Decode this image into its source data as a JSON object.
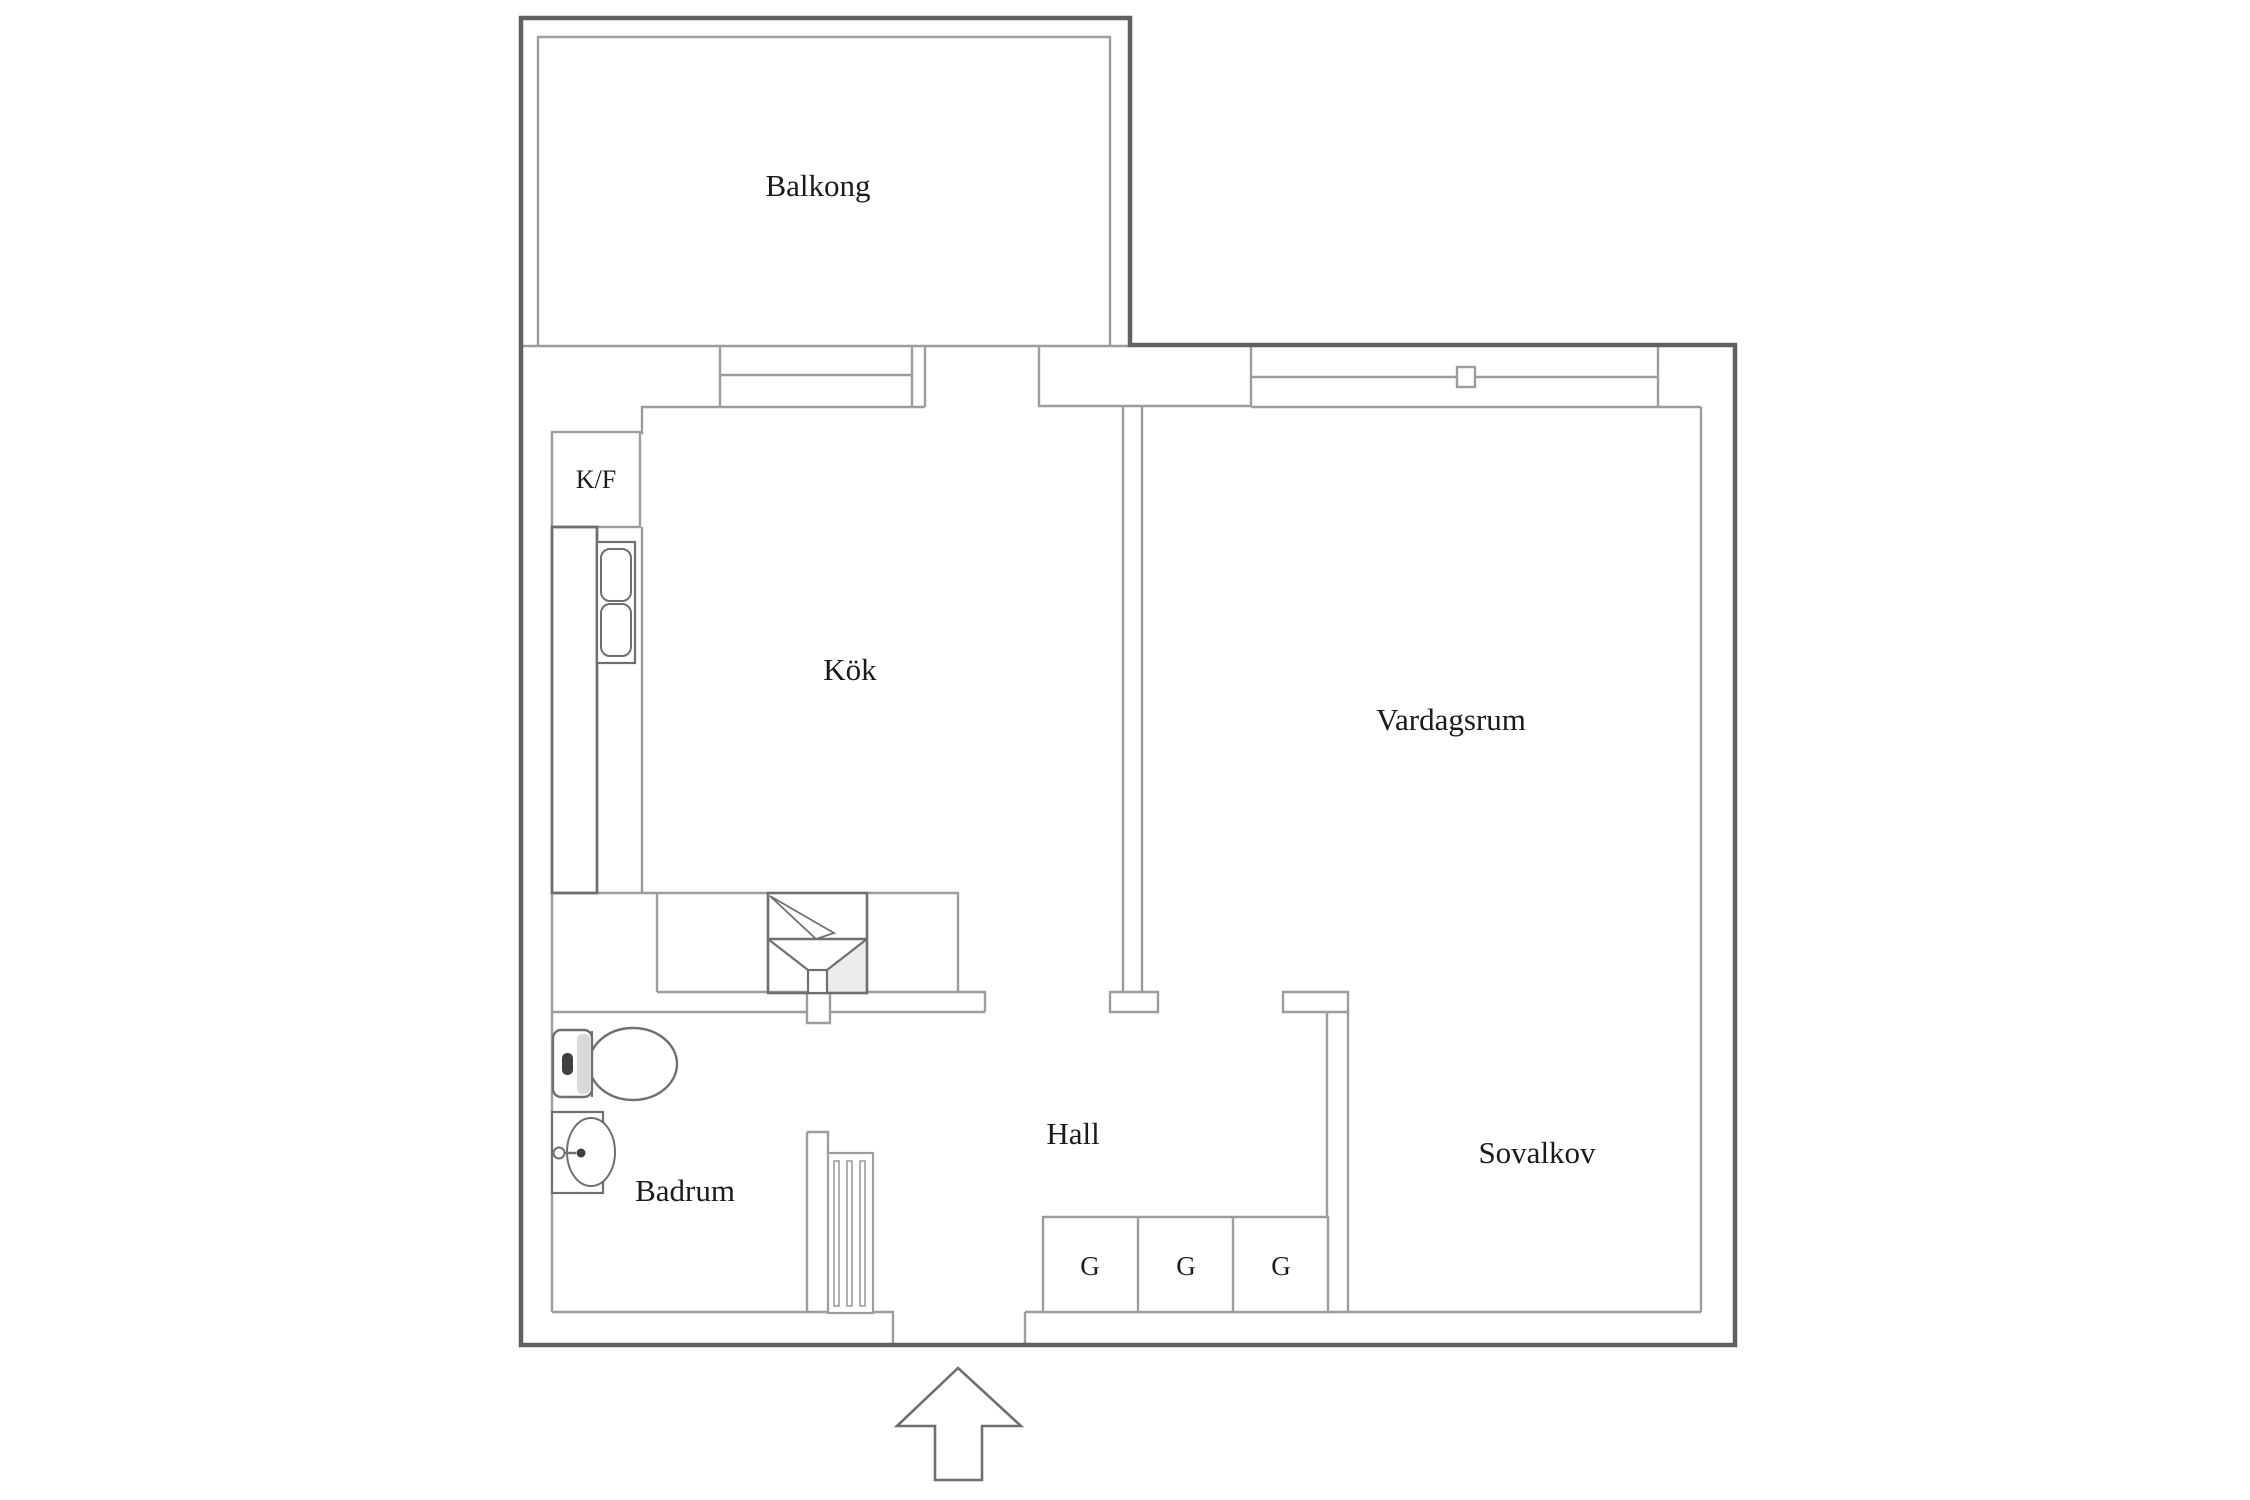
{
  "plan": {
    "labels": {
      "balcony": "Balkong",
      "kitchen": "Kök",
      "living_room": "Vardagsrum",
      "hall": "Hall",
      "bathroom": "Badrum",
      "sleeping_alcove": "Sovalkov",
      "fridge_freezer": "K/F"
    },
    "wardrobes": [
      "G",
      "G",
      "G"
    ],
    "colors": {
      "background": "#ffffff",
      "outer_wall": "#616161",
      "inner_wall": "#9d9d9d",
      "fixture": "#6f6f6f",
      "fixture_dark": "#3f3f3f",
      "shading": "#ececec",
      "soft_shading": "#d9d9d9",
      "text": "#1b1b1b"
    }
  }
}
